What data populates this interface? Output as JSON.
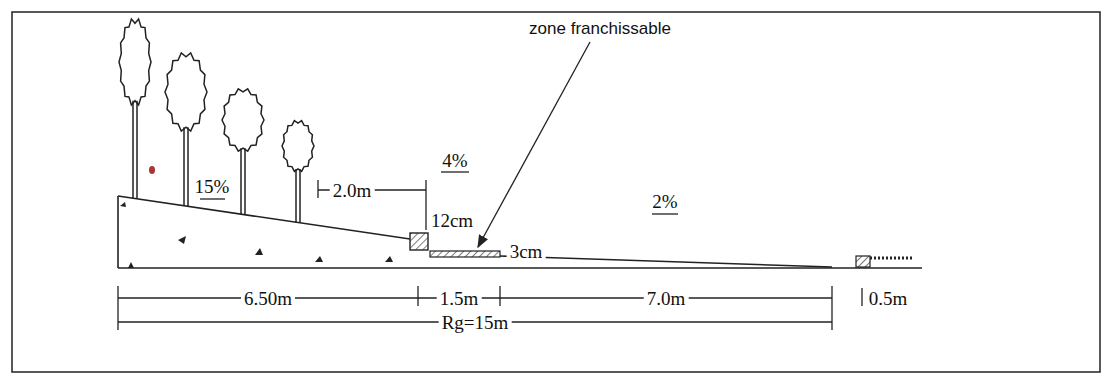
{
  "diagram": {
    "labels": [
      "zone franchissable",
      "4%",
      "15%",
      "2.0m",
      "12cm",
      "3cm",
      "2%",
      "6.50m",
      "1.5m",
      "7.0m",
      "0.5m",
      "Rg=15m"
    ]
  }
}
